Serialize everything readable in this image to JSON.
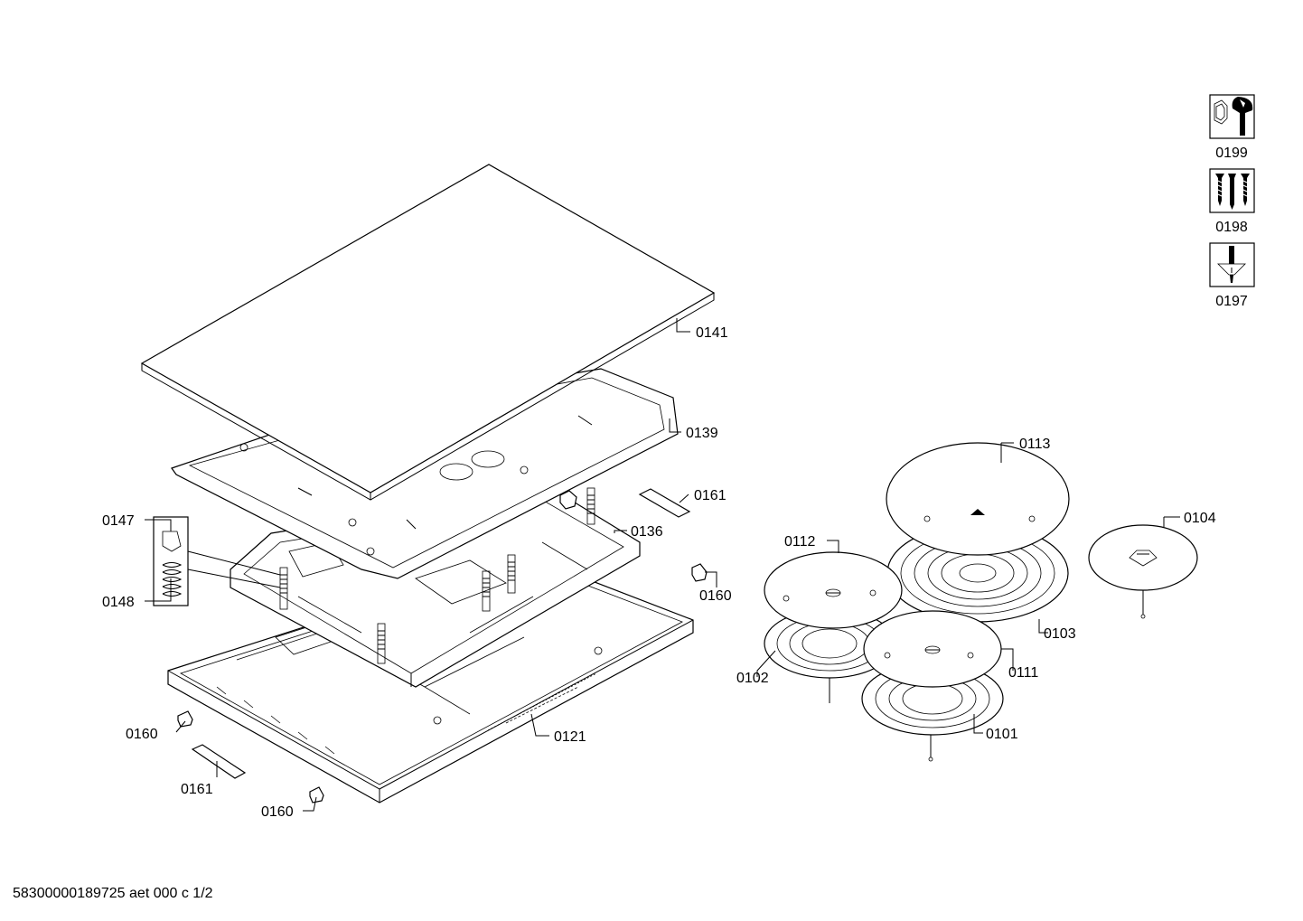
{
  "footer_text": "58300000189725 aet 000 c 1/2",
  "tool_icons": [
    {
      "label": "0199",
      "icon": "nut-wrench-icon"
    },
    {
      "label": "0198",
      "icon": "screws-icon"
    },
    {
      "label": "0197",
      "icon": "screwdriver-icon"
    }
  ],
  "callouts": {
    "c0141": "0141",
    "c0139": "0139",
    "c0161a": "0161",
    "c0136": "0136",
    "c0147": "0147",
    "c0148": "0148",
    "c0160a": "0160",
    "c0160b": "0160",
    "c0121": "0121",
    "c0161b": "0161",
    "c0160c": "0160",
    "c0113": "0113",
    "c0112": "0112",
    "c0104": "0104",
    "c0103": "0103",
    "c0102": "0102",
    "c0111": "0111",
    "c0101": "0101"
  }
}
